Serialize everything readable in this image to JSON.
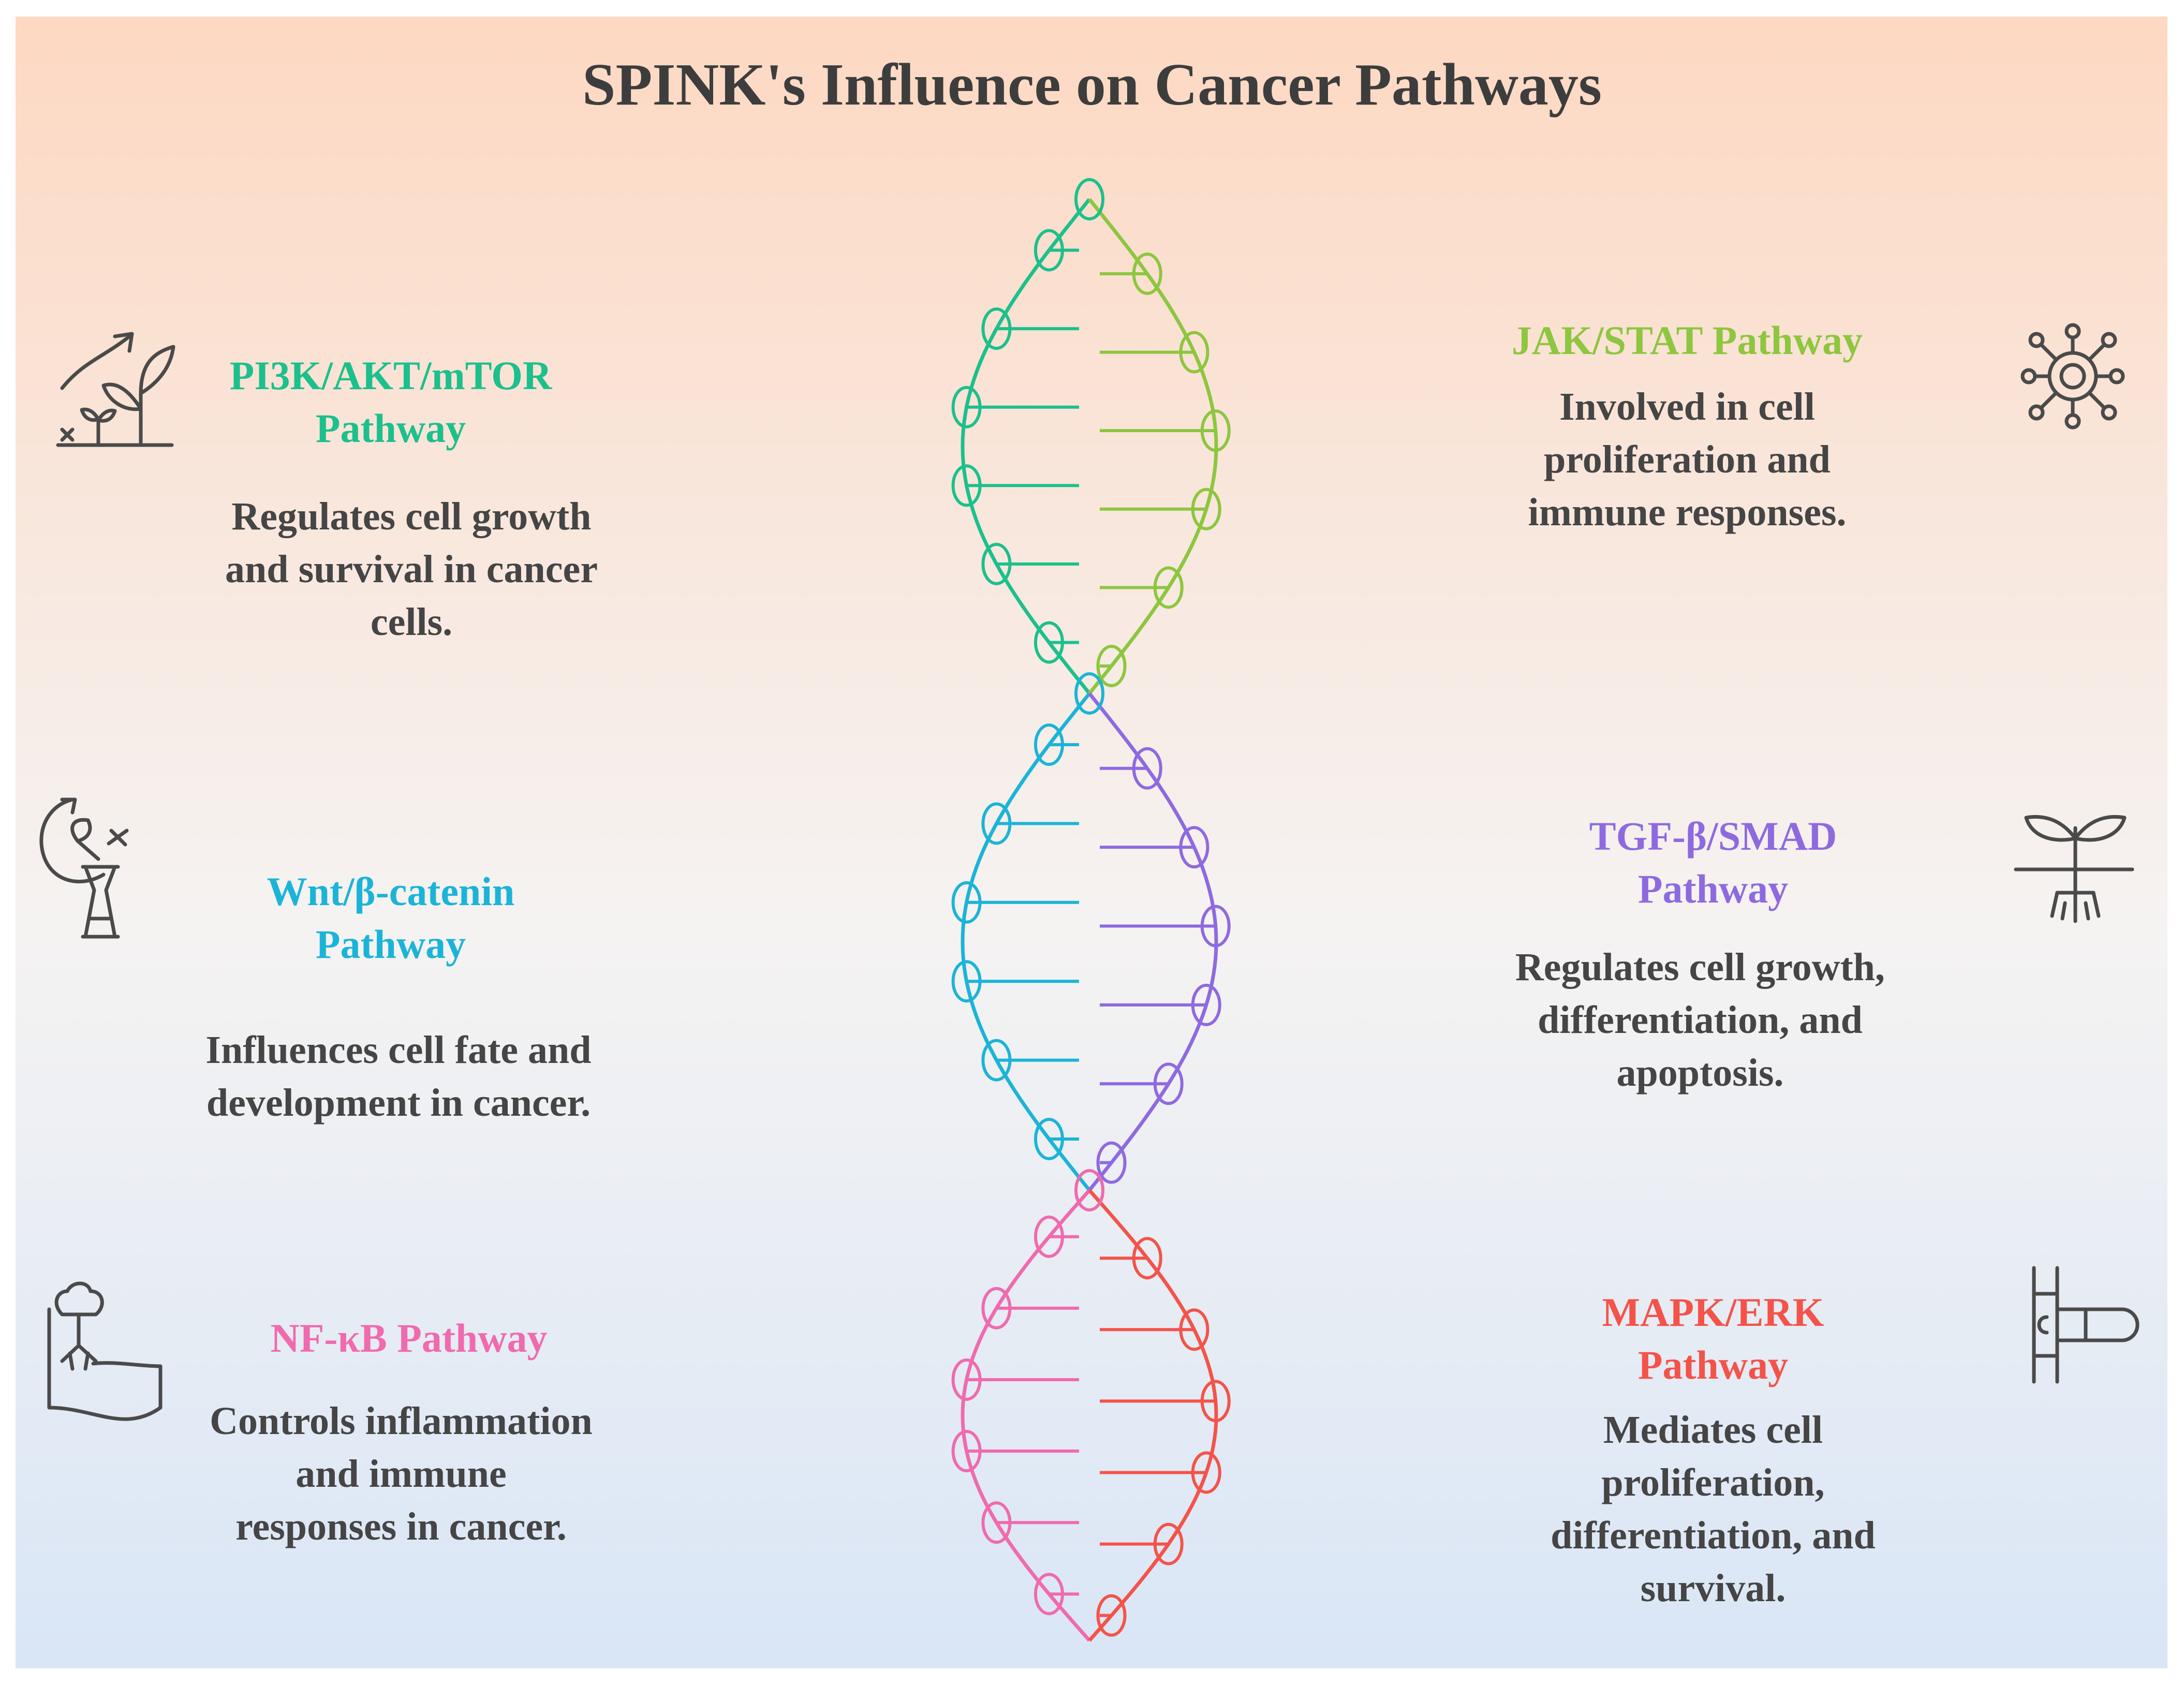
{
  "title": "SPINK's Influence on Cancer Pathways",
  "pathways": [
    {
      "name": "PI3K/AKT/mTOR\nPathway",
      "description": "Regulates cell growth\nand survival in cancer\ncells.",
      "color": "#1cc08c",
      "icon": "plant-growth-chart-icon"
    },
    {
      "name": "JAK/STAT Pathway",
      "description": "Involved in cell\nproliferation and\nimmune responses.",
      "color": "#8dc63f",
      "icon": "cell-network-icon"
    },
    {
      "name": "Wnt/β-catenin\nPathway",
      "description": "Influences cell fate and\ndevelopment in cancer.",
      "color": "#1bb4d8",
      "icon": "life-cycle-hourglass-icon"
    },
    {
      "name": "TGF-β/SMAD\nPathway",
      "description": "Regulates cell growth,\ndifferentiation, and\napoptosis.",
      "color": "#8e6ae0",
      "icon": "sprout-roots-icon"
    },
    {
      "name": "NF-κB Pathway",
      "description": "Controls inflammation\nand immune\nresponses in cancer.",
      "color": "#f06aae",
      "icon": "hand-tree-icon"
    },
    {
      "name": "MAPK/ERK\nPathway",
      "description": "Mediates cell\nproliferation,\ndifferentiation, and\nsurvival.",
      "color": "#f4534a",
      "icon": "capsule-pipe-icon"
    }
  ],
  "colors": {
    "background_top": "#fdd8c2",
    "background_middle": "#f5f3f2",
    "background_bottom": "#d9e6f6",
    "text": "#444444"
  }
}
